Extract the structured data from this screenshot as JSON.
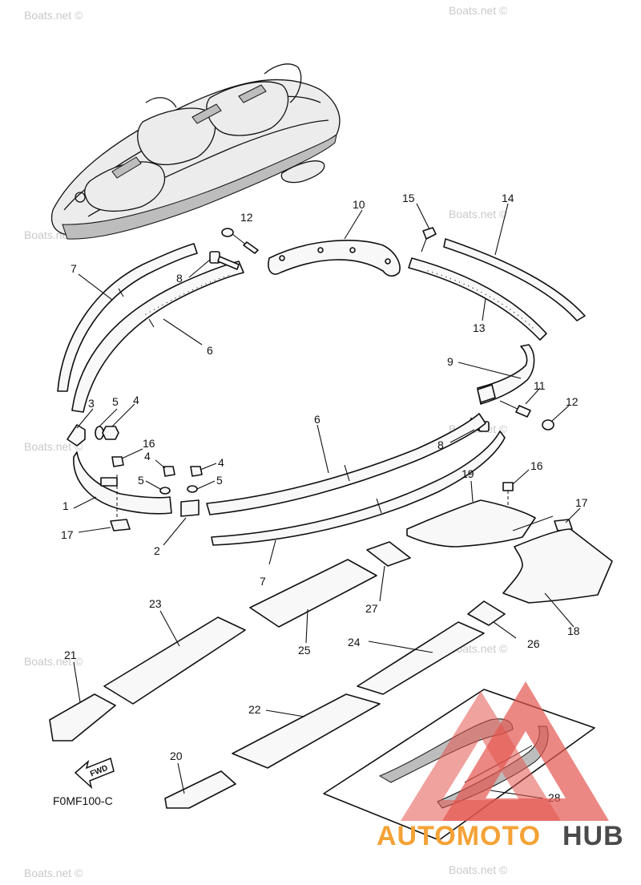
{
  "watermark_text": "Boats.net ©",
  "diagram_code": "F0MF100-C",
  "fwd_label": "FWD",
  "logo": {
    "part1": "AUTOMOTO",
    "part2": "HUB",
    "color_orange": "#f4a236",
    "color_gray": "#4a4a4a",
    "triangle_color": "#e4564f"
  },
  "callouts": {
    "c1": "1",
    "c2": "2",
    "c3": "3",
    "c4a": "4",
    "c4b": "4",
    "c4c": "4",
    "c5a": "5",
    "c5b": "5",
    "c5c": "5",
    "c6a": "6",
    "c6b": "6",
    "c7a": "7",
    "c7b": "7",
    "c8a": "8",
    "c8b": "8",
    "c9": "9",
    "c10": "10",
    "c11": "11",
    "c12a": "12",
    "c12b": "12",
    "c13": "13",
    "c14": "14",
    "c15": "15",
    "c16a": "16",
    "c16b": "16",
    "c17a": "17",
    "c17b": "17",
    "c18": "18",
    "c19": "19",
    "c20": "20",
    "c21": "21",
    "c22": "22",
    "c23": "23",
    "c24": "24",
    "c25": "25",
    "c26": "26",
    "c27": "27",
    "c28": "28"
  }
}
